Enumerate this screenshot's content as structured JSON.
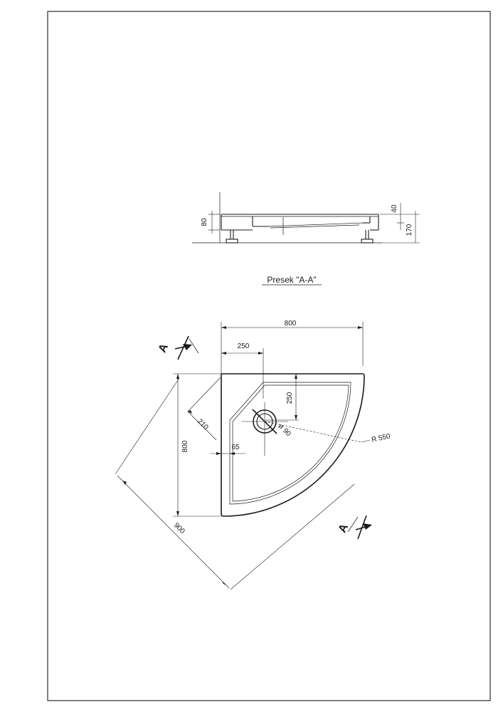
{
  "section": {
    "title": "Presek \"A-A\"",
    "dims": {
      "depth": "80",
      "lip": "40",
      "height": "170"
    }
  },
  "plan": {
    "dims": {
      "width_top": "800",
      "corner_x": "250",
      "corner_y": "250",
      "height_left": "800",
      "chamfer": "210",
      "inset": "65",
      "drain": "ø 90",
      "radius": "R 550",
      "diagonal": "900"
    },
    "section_markers": [
      "A",
      "A"
    ]
  },
  "colors": {
    "ink": "#1a1a1a",
    "paper": "#ffffff"
  }
}
